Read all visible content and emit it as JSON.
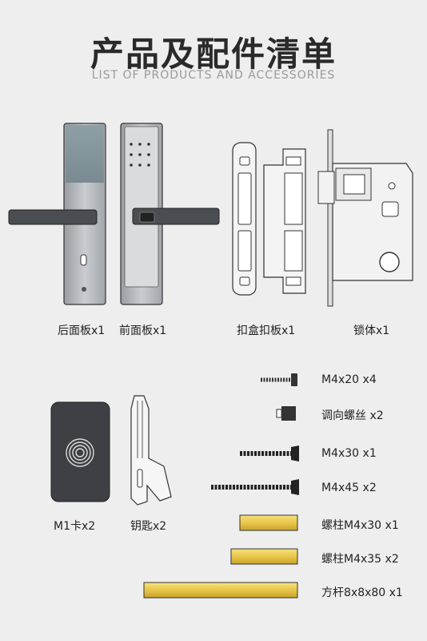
{
  "header": {
    "title": "产品及配件清单",
    "subtitle": "LIST OF PRODUCTS AND ACCESSORIES"
  },
  "products": [
    {
      "label": "后面板x1",
      "icon": "rear-panel-icon"
    },
    {
      "label": "前面板x1",
      "icon": "front-panel-icon"
    },
    {
      "label": "扣盒扣板x1",
      "icon": "strike-box-icon"
    },
    {
      "label": "锁体x1",
      "icon": "lock-body-icon"
    },
    {
      "label": "M1卡x2",
      "icon": "fingerprint-card-icon"
    },
    {
      "label": "钥匙x2",
      "icon": "key-icon"
    }
  ],
  "accessories": [
    {
      "label": "M4x20  x4",
      "icon": "short-screw-icon"
    },
    {
      "label": "调向螺丝  x2",
      "icon": "adjust-screw-icon"
    },
    {
      "label": "M4x30  x1",
      "icon": "screw-m4x30-icon"
    },
    {
      "label": "M4x45 x2",
      "icon": "screw-m4x45-icon"
    },
    {
      "label": "螺柱M4x30  x1",
      "icon": "stud-m4x30-icon"
    },
    {
      "label": "螺柱M4x35  x2",
      "icon": "stud-m4x35-icon"
    },
    {
      "label": "方杆8x8x80  x1",
      "icon": "square-rod-icon"
    }
  ],
  "colors": {
    "background": "#eeeeee",
    "panel_dark": "#4a4d52",
    "panel_silver": "#b5b8bd",
    "brass": "#e8c64a"
  }
}
